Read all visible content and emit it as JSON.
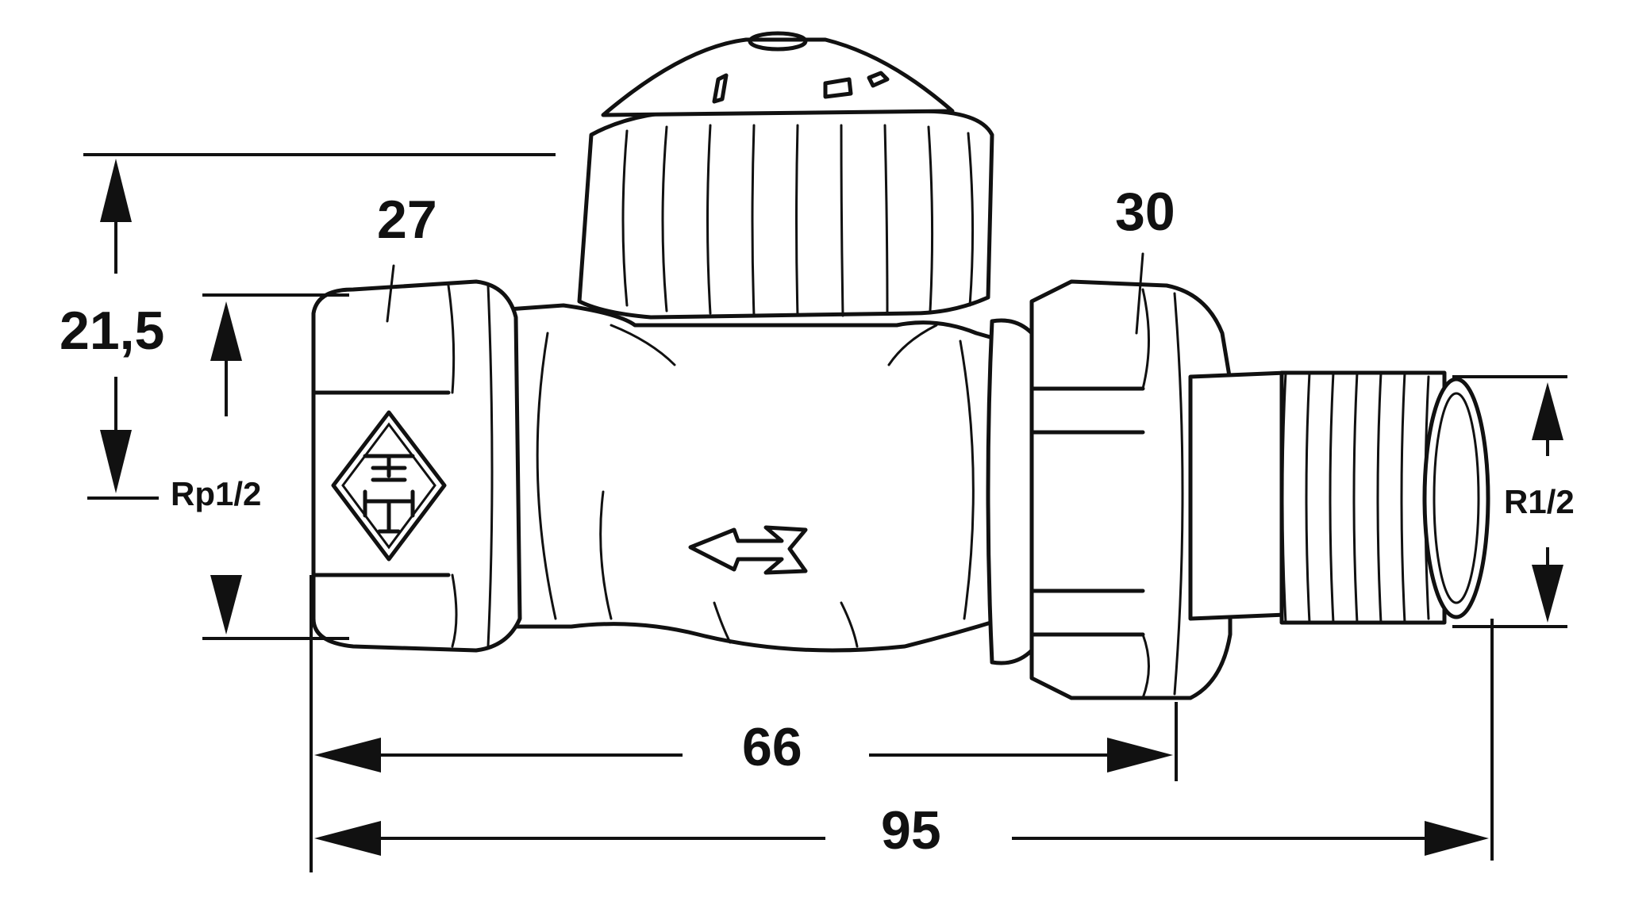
{
  "dimensions": {
    "wrench_size_left": "27",
    "wrench_size_right": "30",
    "height": "21,5",
    "inlet_thread": "Rp1/2",
    "outlet_thread": "R1/2",
    "length_short": "66",
    "length_total": "95"
  },
  "icons": {
    "logo": "heimeier-diamond-logo",
    "flow_arrow": "flow-direction-arrow-icon"
  }
}
